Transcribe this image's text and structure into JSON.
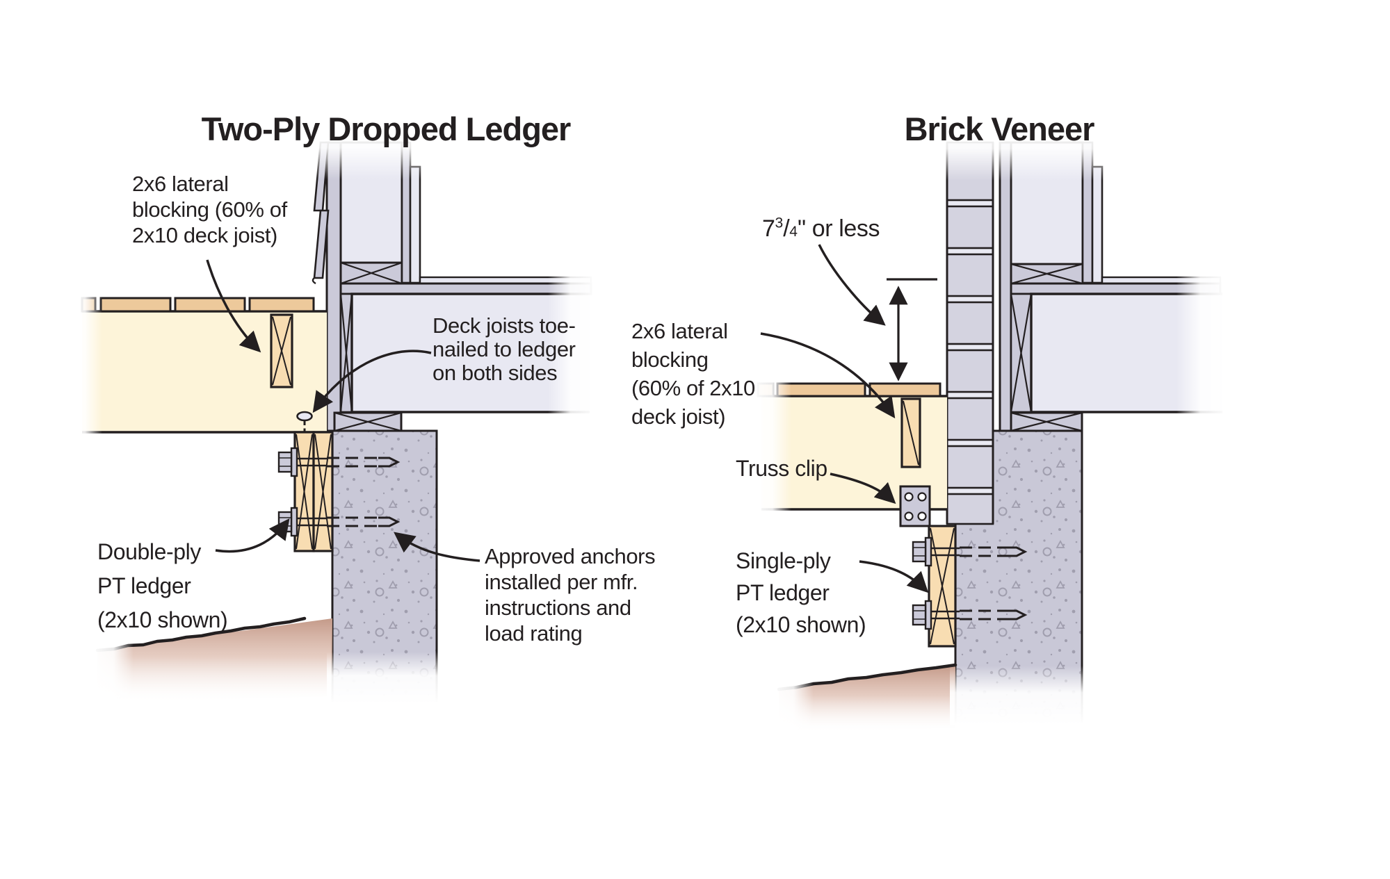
{
  "page": {
    "background": "#ffffff"
  },
  "diagrams": {
    "left": {
      "title": "Two-Ply Dropped Ledger",
      "labels": {
        "blocking": {
          "lines": [
            "2x6 lateral",
            "blocking (60% of",
            "2x10 deck joist)"
          ]
        },
        "toenail": {
          "lines": [
            "Deck joists toe-",
            "nailed to ledger",
            "on both sides"
          ]
        },
        "ledger": {
          "lines": [
            "Double-ply",
            "PT ledger",
            "(2x10 shown)"
          ]
        },
        "anchors": {
          "lines": [
            "Approved anchors",
            "installed per mfr.",
            "instructions and",
            "load rating"
          ]
        }
      }
    },
    "right": {
      "title": "Brick Veneer",
      "labels": {
        "dimension": {
          "whole": "7",
          "numerator": "3",
          "denominator": "4",
          "suffix": "\" or less"
        },
        "blocking": {
          "lines": [
            "2x6 lateral",
            "blocking",
            "(60% of 2x10",
            "deck joist)"
          ]
        },
        "truss_clip": "Truss clip",
        "ledger": {
          "lines": [
            "Single-ply",
            "PT ledger",
            "(2x10 shown)"
          ]
        }
      }
    }
  },
  "colors": {
    "line": "#231f20",
    "deck_field_cream": "#fdf4d9",
    "decking_board_tan": "#edc99b",
    "lumber_tan": "#f8ddb2",
    "panel_light": "#e8e8f2",
    "framing_gray": "#cbcad9",
    "brick_face": "#d4d3e0",
    "mortar": "#e9e9f2",
    "concrete": "#c9c8d7",
    "speckle": "#a09eae",
    "ground_wash": "#c49a89"
  }
}
